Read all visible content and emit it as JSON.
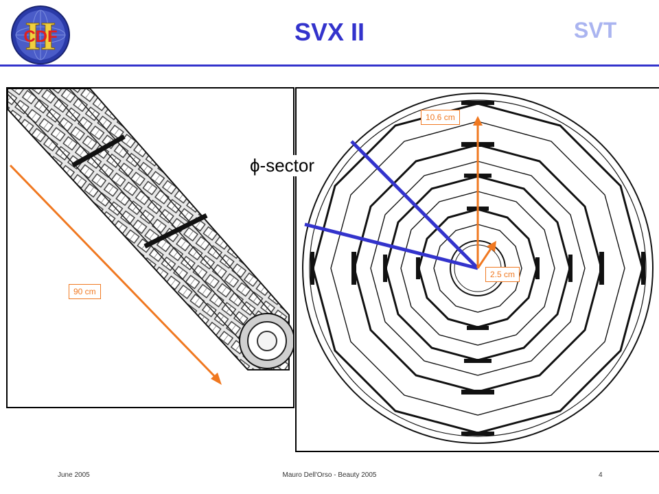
{
  "header": {
    "title": "SVX II",
    "logo_text": "CDF",
    "logo_numeral": "II",
    "right_label": "SVT"
  },
  "left_panel": {
    "length_label": "90 cm"
  },
  "right_panel": {
    "outer_radius_label": "10.6 cm",
    "inner_radius_label": "2.5 cm",
    "sector_label": "ϕ-sector"
  },
  "footer": {
    "date": "June 2005",
    "author": "Mauro Dell'Orso - Beauty 2005",
    "page": "4"
  },
  "colors": {
    "title": "#3333cc",
    "svt": "#aab4f0",
    "orange": "#f07820",
    "sector_line": "#3333cc"
  }
}
